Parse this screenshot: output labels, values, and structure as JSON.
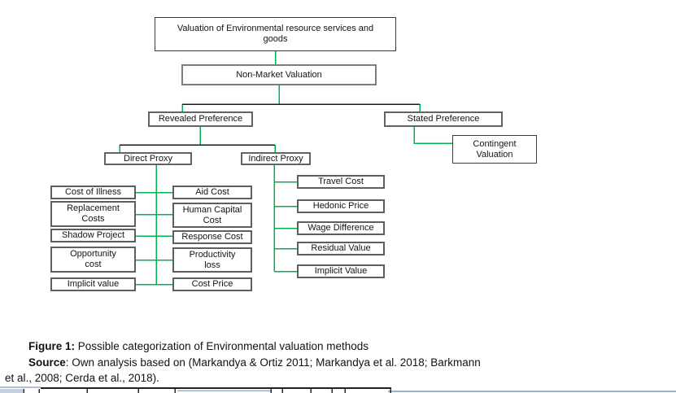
{
  "figure": {
    "nodes": {
      "root": "Valuation of Environmental resource services and\ngoods",
      "non_market": "Non-Market Valuation",
      "revealed": "Revealed Preference",
      "stated": "Stated Preference",
      "direct": "Direct Proxy",
      "indirect": "Indirect Proxy",
      "contingent": "Contingent\nValuation",
      "direct_left": [
        "Cost of Illness",
        "Replacement\nCosts",
        "Shadow Project",
        "Opportunity\ncost",
        "Implicit value"
      ],
      "direct_right": [
        "Aid Cost",
        "Human Capital\nCost",
        "Response Cost",
        "Productivity\nloss",
        "Cost Price"
      ],
      "indirect_children": [
        "Travel Cost",
        "Hedonic Price",
        "Wage Difference",
        "Residual Value",
        "Implicit Value"
      ]
    },
    "colors": {
      "connector_green": "#00b050",
      "connector_dark": "#1a1a1a",
      "crop_edge_blue": "#9db1c7",
      "crop_edge_light": "#b3c0d2",
      "crop_cell_fill": "#c6d0de"
    }
  },
  "caption": {
    "figure_label": "Figure 1:",
    "figure_text": "Possible categorization of Environmental valuation methods",
    "source_label": "Source",
    "source_text": ": Own analysis based on (Markandya & Ortiz 2011; Markandya et al. 2018; Barkmann",
    "source_continuation": "et al., 2008; Cerda et al., 2018)."
  }
}
